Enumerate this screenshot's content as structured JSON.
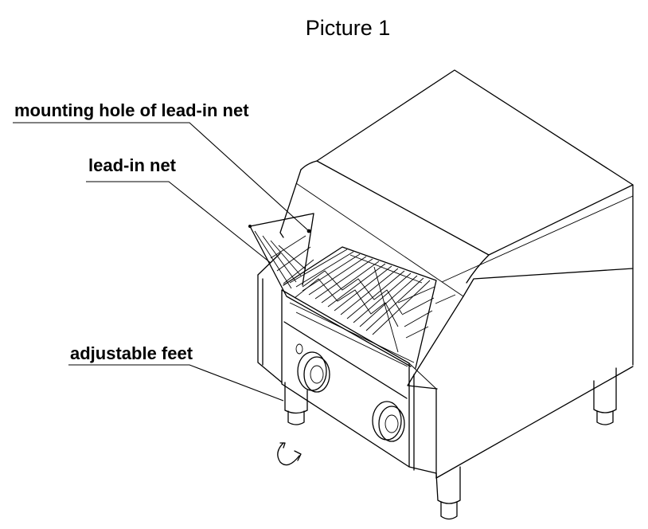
{
  "figure": {
    "title": "Picture 1",
    "labels": {
      "mounting_hole": "mounting hole of lead-in net",
      "lead_in_net": "lead-in net",
      "adjustable_feet": "adjustable feet"
    },
    "icons": {
      "rotation_arrow": "rotate-arrow-icon"
    }
  }
}
